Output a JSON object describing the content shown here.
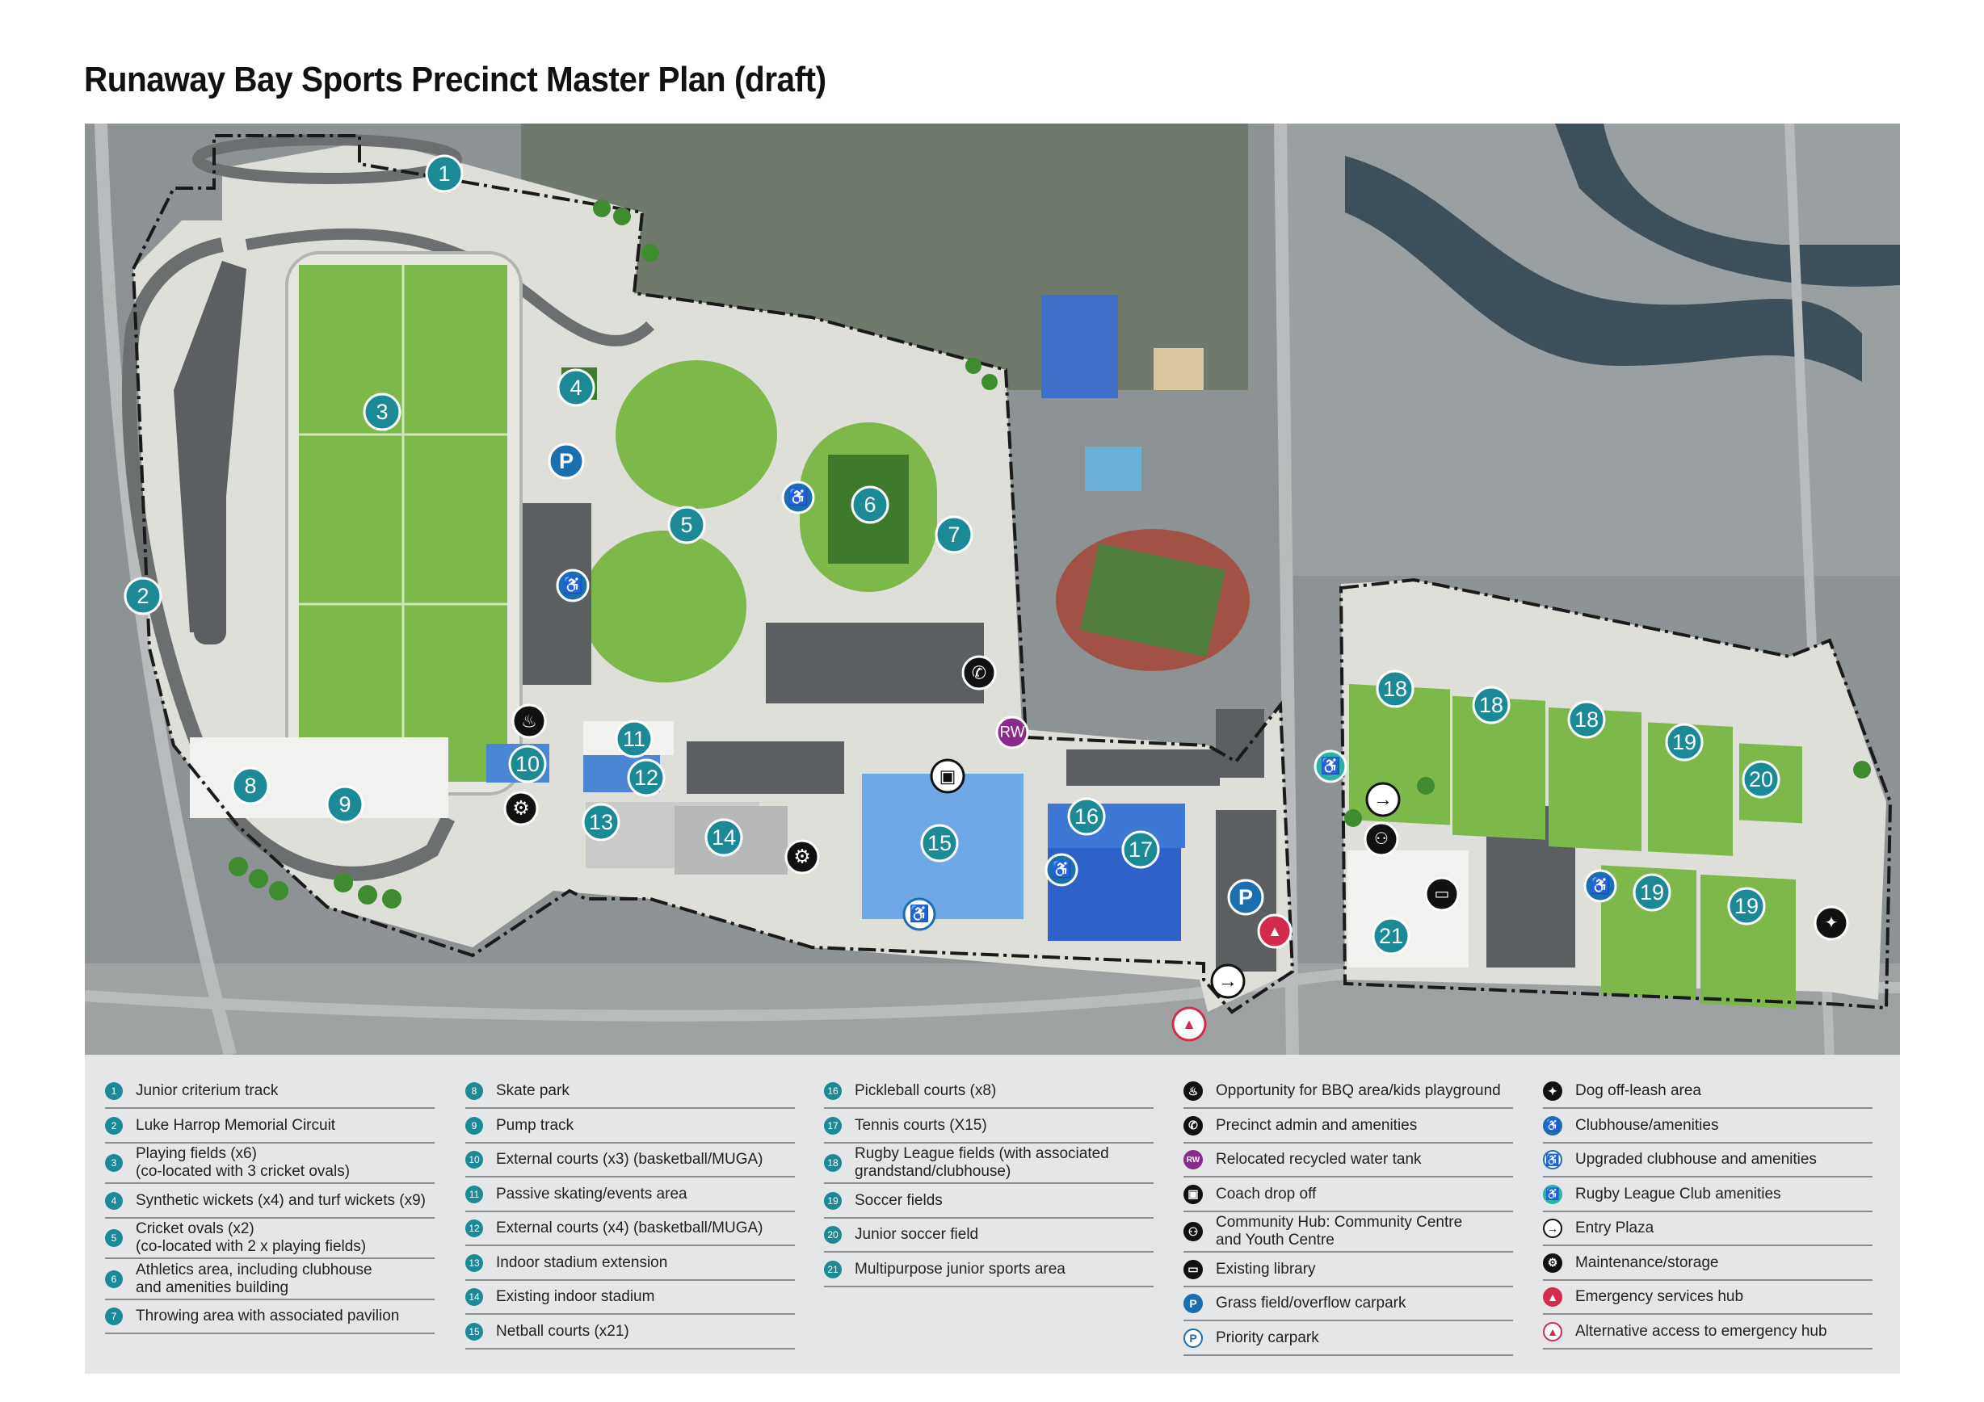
{
  "title": "Runaway Bay Sports Precinct Master Plan (draft)",
  "colors": {
    "teal": "#1b8a96",
    "blue": "#1a6fb0",
    "purple": "#8a2b8c",
    "red": "#d42a4c",
    "field_green": "#7db84a",
    "boundary": "#1a1a1a"
  },
  "map": {
    "markers": [
      {
        "n": "1",
        "label": "1"
      },
      {
        "n": "2",
        "label": "2"
      },
      {
        "n": "3",
        "label": "3"
      },
      {
        "n": "4",
        "label": "4"
      },
      {
        "n": "5",
        "label": "5"
      },
      {
        "n": "6",
        "label": "6"
      },
      {
        "n": "7",
        "label": "7"
      },
      {
        "n": "8",
        "label": "8"
      },
      {
        "n": "9",
        "label": "9"
      },
      {
        "n": "10",
        "label": "10"
      },
      {
        "n": "11",
        "label": "11"
      },
      {
        "n": "12",
        "label": "12"
      },
      {
        "n": "13",
        "label": "13"
      },
      {
        "n": "14",
        "label": "14"
      },
      {
        "n": "15",
        "label": "15"
      },
      {
        "n": "16",
        "label": "16"
      },
      {
        "n": "17",
        "label": "17"
      },
      {
        "n": "18a",
        "label": "18"
      },
      {
        "n": "18b",
        "label": "18"
      },
      {
        "n": "18c",
        "label": "18"
      },
      {
        "n": "19a",
        "label": "19"
      },
      {
        "n": "19b",
        "label": "19"
      },
      {
        "n": "19c",
        "label": "19"
      },
      {
        "n": "20",
        "label": "20"
      },
      {
        "n": "21",
        "label": "21"
      }
    ],
    "icon_markers": {
      "parking": "P",
      "recycled_water": "RW"
    }
  },
  "legend": {
    "col1": [
      {
        "badge": "1",
        "text": "Junior criterium track"
      },
      {
        "badge": "2",
        "text": "Luke Harrop Memorial Circuit"
      },
      {
        "badge": "3",
        "text": "Playing fields (x6)\n(co-located with 3 cricket ovals)"
      },
      {
        "badge": "4",
        "text": "Synthetic wickets (x4) and turf wickets (x9)"
      },
      {
        "badge": "5",
        "text": "Cricket ovals (x2)\n(co-located with 2 x playing fields)"
      },
      {
        "badge": "6",
        "text": "Athletics area, including clubhouse\nand amenities building"
      },
      {
        "badge": "7",
        "text": "Throwing area with associated pavilion"
      }
    ],
    "col2": [
      {
        "badge": "8",
        "text": "Skate park"
      },
      {
        "badge": "9",
        "text": "Pump track"
      },
      {
        "badge": "10",
        "text": "External courts (x3) (basketball/MUGA)"
      },
      {
        "badge": "11",
        "text": "Passive skating/events area"
      },
      {
        "badge": "12",
        "text": "External courts (x4) (basketball/MUGA)"
      },
      {
        "badge": "13",
        "text": "Indoor stadium extension"
      },
      {
        "badge": "14",
        "text": "Existing indoor stadium"
      },
      {
        "badge": "15",
        "text": "Netball courts (x21)"
      }
    ],
    "col3": [
      {
        "badge": "16",
        "text": "Pickleball courts (x8)"
      },
      {
        "badge": "17",
        "text": "Tennis courts (X15)"
      },
      {
        "badge": "18",
        "text": "Rugby League fields (with associated\ngrandstand/clubhouse)"
      },
      {
        "badge": "19",
        "text": "Soccer fields"
      },
      {
        "badge": "20",
        "text": "Junior soccer field"
      },
      {
        "badge": "21",
        "text": "Multipurpose junior sports area"
      }
    ],
    "col4": [
      {
        "icon": "bbq-icon",
        "text": "Opportunity for BBQ area/kids playground"
      },
      {
        "icon": "phone-icon",
        "text": "Precinct admin and amenities"
      },
      {
        "icon": "recycled-water-icon",
        "glyph": "RW",
        "text": "Relocated recycled water tank"
      },
      {
        "icon": "bus-icon",
        "text": "Coach drop off"
      },
      {
        "icon": "community-icon",
        "text": "Community Hub: Community Centre\nand Youth Centre"
      },
      {
        "icon": "book-icon",
        "text": "Existing library"
      },
      {
        "icon": "parking-filled-icon",
        "glyph": "P",
        "text": "Grass field/overflow carpark"
      },
      {
        "icon": "parking-outline-icon",
        "glyph": "P",
        "text": "Priority carpark"
      }
    ],
    "col5": [
      {
        "icon": "dog-icon",
        "text": "Dog off-leash area"
      },
      {
        "icon": "clubhouse-icon",
        "text": "Clubhouse/amenities"
      },
      {
        "icon": "upgraded-clubhouse-icon",
        "text": "Upgraded clubhouse and amenities"
      },
      {
        "icon": "rugby-club-icon",
        "text": "Rugby League Club amenities"
      },
      {
        "icon": "entry-arrow-icon",
        "text": "Entry Plaza"
      },
      {
        "icon": "gear-icon",
        "text": "Maintenance/storage"
      },
      {
        "icon": "emergency-icon",
        "text": "Emergency services hub"
      },
      {
        "icon": "emergency-alt-icon",
        "text": "Alternative access to emergency hub"
      }
    ]
  }
}
